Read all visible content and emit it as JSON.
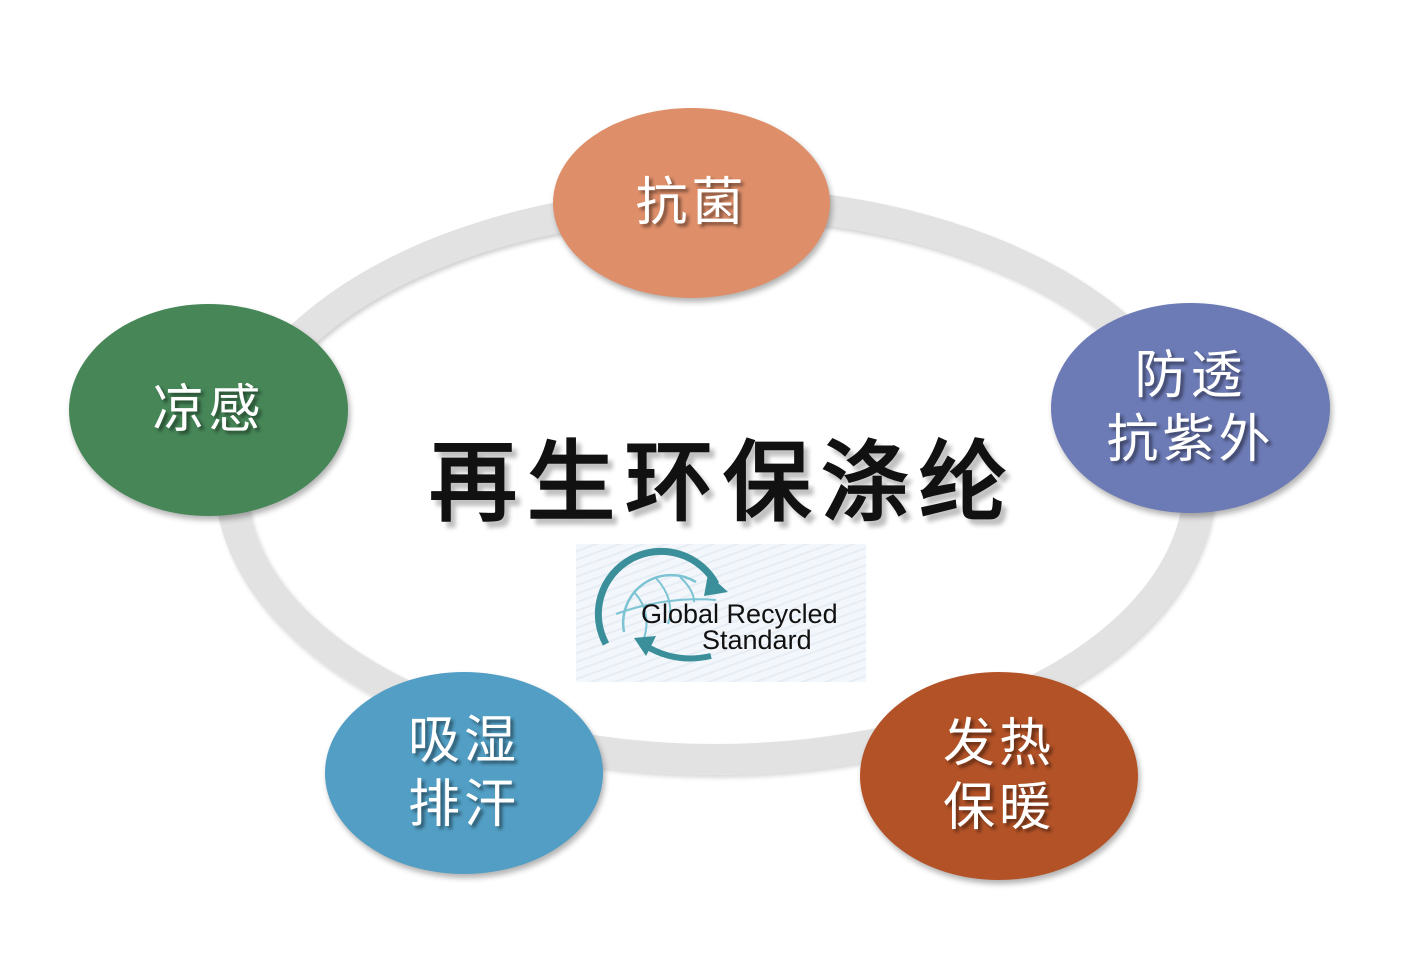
{
  "center": {
    "title": "再生环保涤纶",
    "logo": {
      "line1": "Global Recycled",
      "line2": "Standard",
      "icon": "globe-recycle-arrows-icon",
      "color": "#3a8f9a"
    }
  },
  "nodes": [
    {
      "id": "antibacterial",
      "lines": [
        "抗菌"
      ],
      "color": "#de8e69"
    },
    {
      "id": "uv",
      "lines": [
        "防透",
        "抗紫外"
      ],
      "color": "#6c7ab5"
    },
    {
      "id": "heat",
      "lines": [
        "发热",
        "保暖"
      ],
      "color": "#b35227"
    },
    {
      "id": "moisture",
      "lines": [
        "吸湿",
        "排汗"
      ],
      "color": "#529ec4"
    },
    {
      "id": "cool",
      "lines": [
        "凉感"
      ],
      "color": "#468657"
    }
  ],
  "ring_color": "#e2e2e2"
}
